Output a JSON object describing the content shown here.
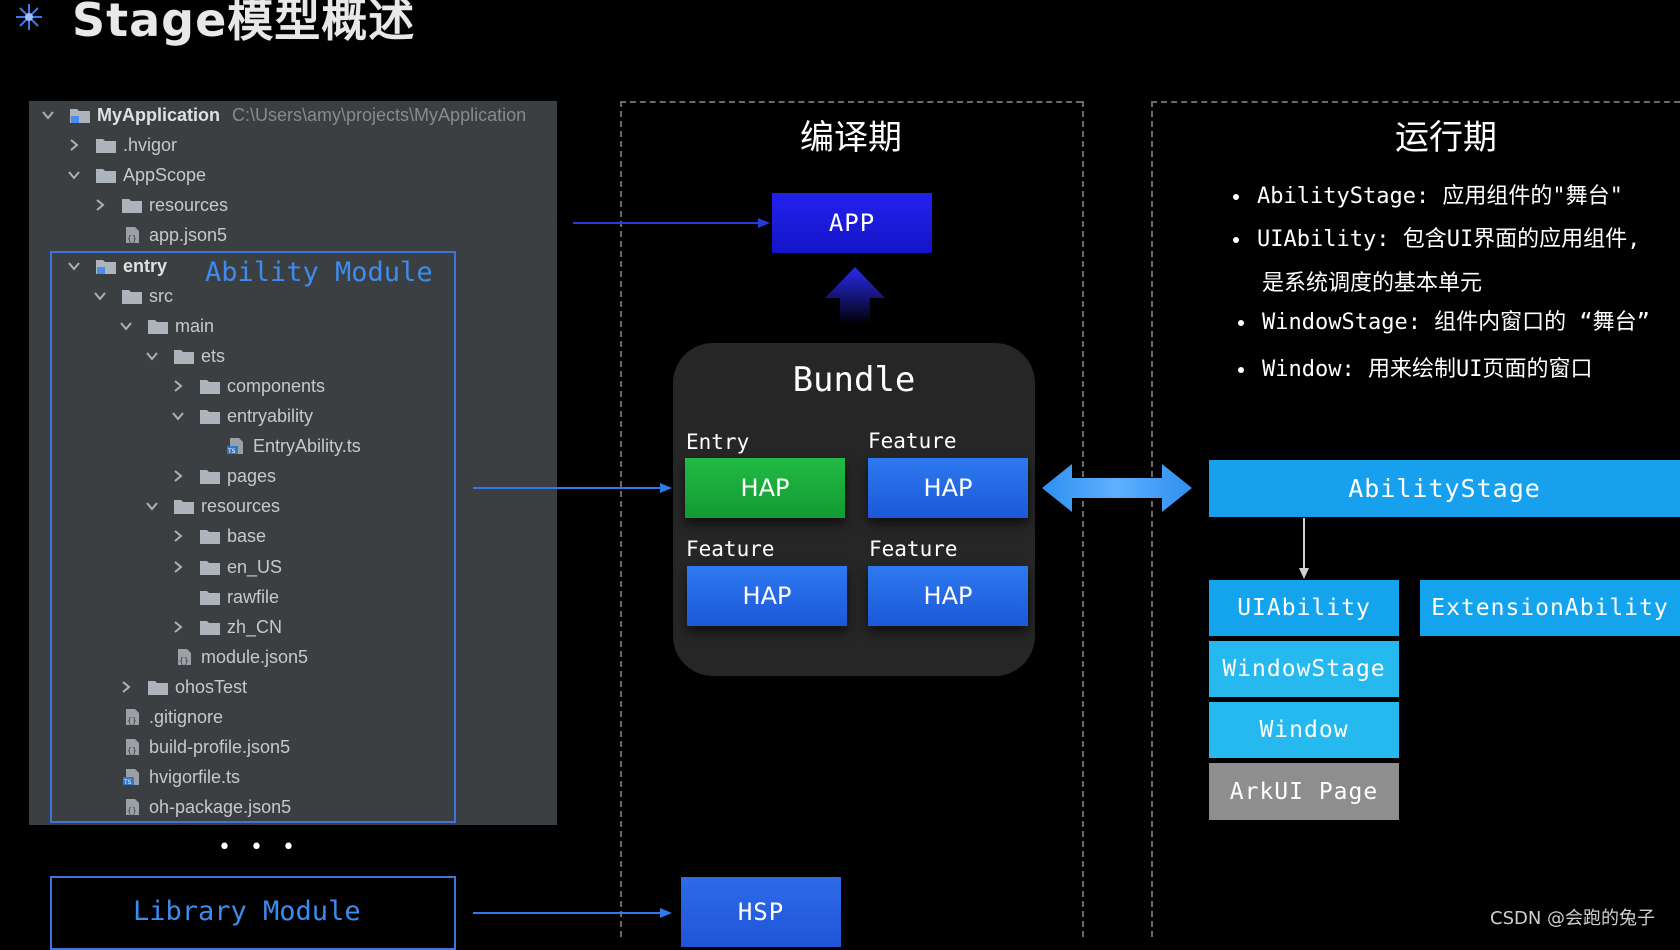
{
  "header": {
    "title": "Stage模型概述",
    "icon": "sparkle-icon"
  },
  "tree": {
    "rows": [
      {
        "name": "MyApplication",
        "hint": "C:\\Users\\amy\\projects\\MyApplication",
        "icon": "module-folder-icon",
        "chevron": "down",
        "bold": true
      },
      {
        "name": ".hvigor",
        "icon": "folder-icon",
        "chevron": "right"
      },
      {
        "name": "AppScope",
        "icon": "folder-icon",
        "chevron": "down"
      },
      {
        "name": "resources",
        "icon": "folder-icon",
        "chevron": "right"
      },
      {
        "name": "app.json5",
        "icon": "json-file-icon",
        "chevron": ""
      },
      {
        "name": "entry",
        "icon": "module-folder-icon",
        "chevron": "down",
        "bold": true
      },
      {
        "name": "src",
        "icon": "folder-icon",
        "chevron": "down"
      },
      {
        "name": "main",
        "icon": "folder-icon",
        "chevron": "down"
      },
      {
        "name": "ets",
        "icon": "folder-icon",
        "chevron": "down"
      },
      {
        "name": "components",
        "icon": "folder-icon",
        "chevron": "right"
      },
      {
        "name": "entryability",
        "icon": "folder-icon",
        "chevron": "down"
      },
      {
        "name": "EntryAbility.ts",
        "icon": "ts-file-icon",
        "chevron": ""
      },
      {
        "name": "pages",
        "icon": "folder-icon",
        "chevron": "right"
      },
      {
        "name": "resources",
        "icon": "folder-icon",
        "chevron": "down"
      },
      {
        "name": "base",
        "icon": "folder-icon",
        "chevron": "right"
      },
      {
        "name": "en_US",
        "icon": "folder-icon",
        "chevron": "right"
      },
      {
        "name": "rawfile",
        "icon": "folder-icon",
        "chevron": ""
      },
      {
        "name": "zh_CN",
        "icon": "folder-icon",
        "chevron": "right"
      },
      {
        "name": "module.json5",
        "icon": "json-file-icon",
        "chevron": ""
      },
      {
        "name": "ohosTest",
        "icon": "folder-icon",
        "chevron": "right"
      },
      {
        "name": ".gitignore",
        "icon": "json-file-icon",
        "chevron": ""
      },
      {
        "name": "build-profile.json5",
        "icon": "json-file-icon",
        "chevron": ""
      },
      {
        "name": "hvigorfile.ts",
        "icon": "ts-file-icon",
        "chevron": ""
      },
      {
        "name": "oh-package.json5",
        "icon": "json-file-icon",
        "chevron": ""
      }
    ],
    "ability_module_label": "Ability Module",
    "ellipsis": "• • •",
    "library_module_label": "Library Module"
  },
  "compile": {
    "title": "编译期",
    "app": "APP",
    "bundle_title": "Bundle",
    "haps": [
      {
        "label": "Entry",
        "text": "HAP",
        "color": "green"
      },
      {
        "label": "Feature",
        "text": "HAP",
        "color": "blue"
      },
      {
        "label": "Feature",
        "text": "HAP",
        "color": "blue"
      },
      {
        "label": "Feature",
        "text": "HAP",
        "color": "blue"
      }
    ],
    "hsp": "HSP"
  },
  "runtime": {
    "title": "运行期",
    "bullets": [
      "AbilityStage: 应用组件的\"舞台\"",
      "UIAbility: 包含UI界面的应用组件,",
      "是系统调度的基本单元",
      "WindowStage: 组件内窗口的 “舞台”",
      "Window: 用来绘制UI页面的窗口"
    ],
    "ability_stage": "AbilityStage",
    "ui_ability": "UIAbility",
    "extension_ability": "ExtensionAbility",
    "window_stage": "WindowStage",
    "window": "Window",
    "arkui_page": "ArkUI Page"
  },
  "watermark": "CSDN @会跑的兔子",
  "colors": {
    "accent_blue": "#3c8cf0",
    "app_blue": "#1a1ad8",
    "hap_green": "#18a83a",
    "runtime_cyan": "#17a0ee",
    "arkui_gray": "#8e8e8e"
  }
}
